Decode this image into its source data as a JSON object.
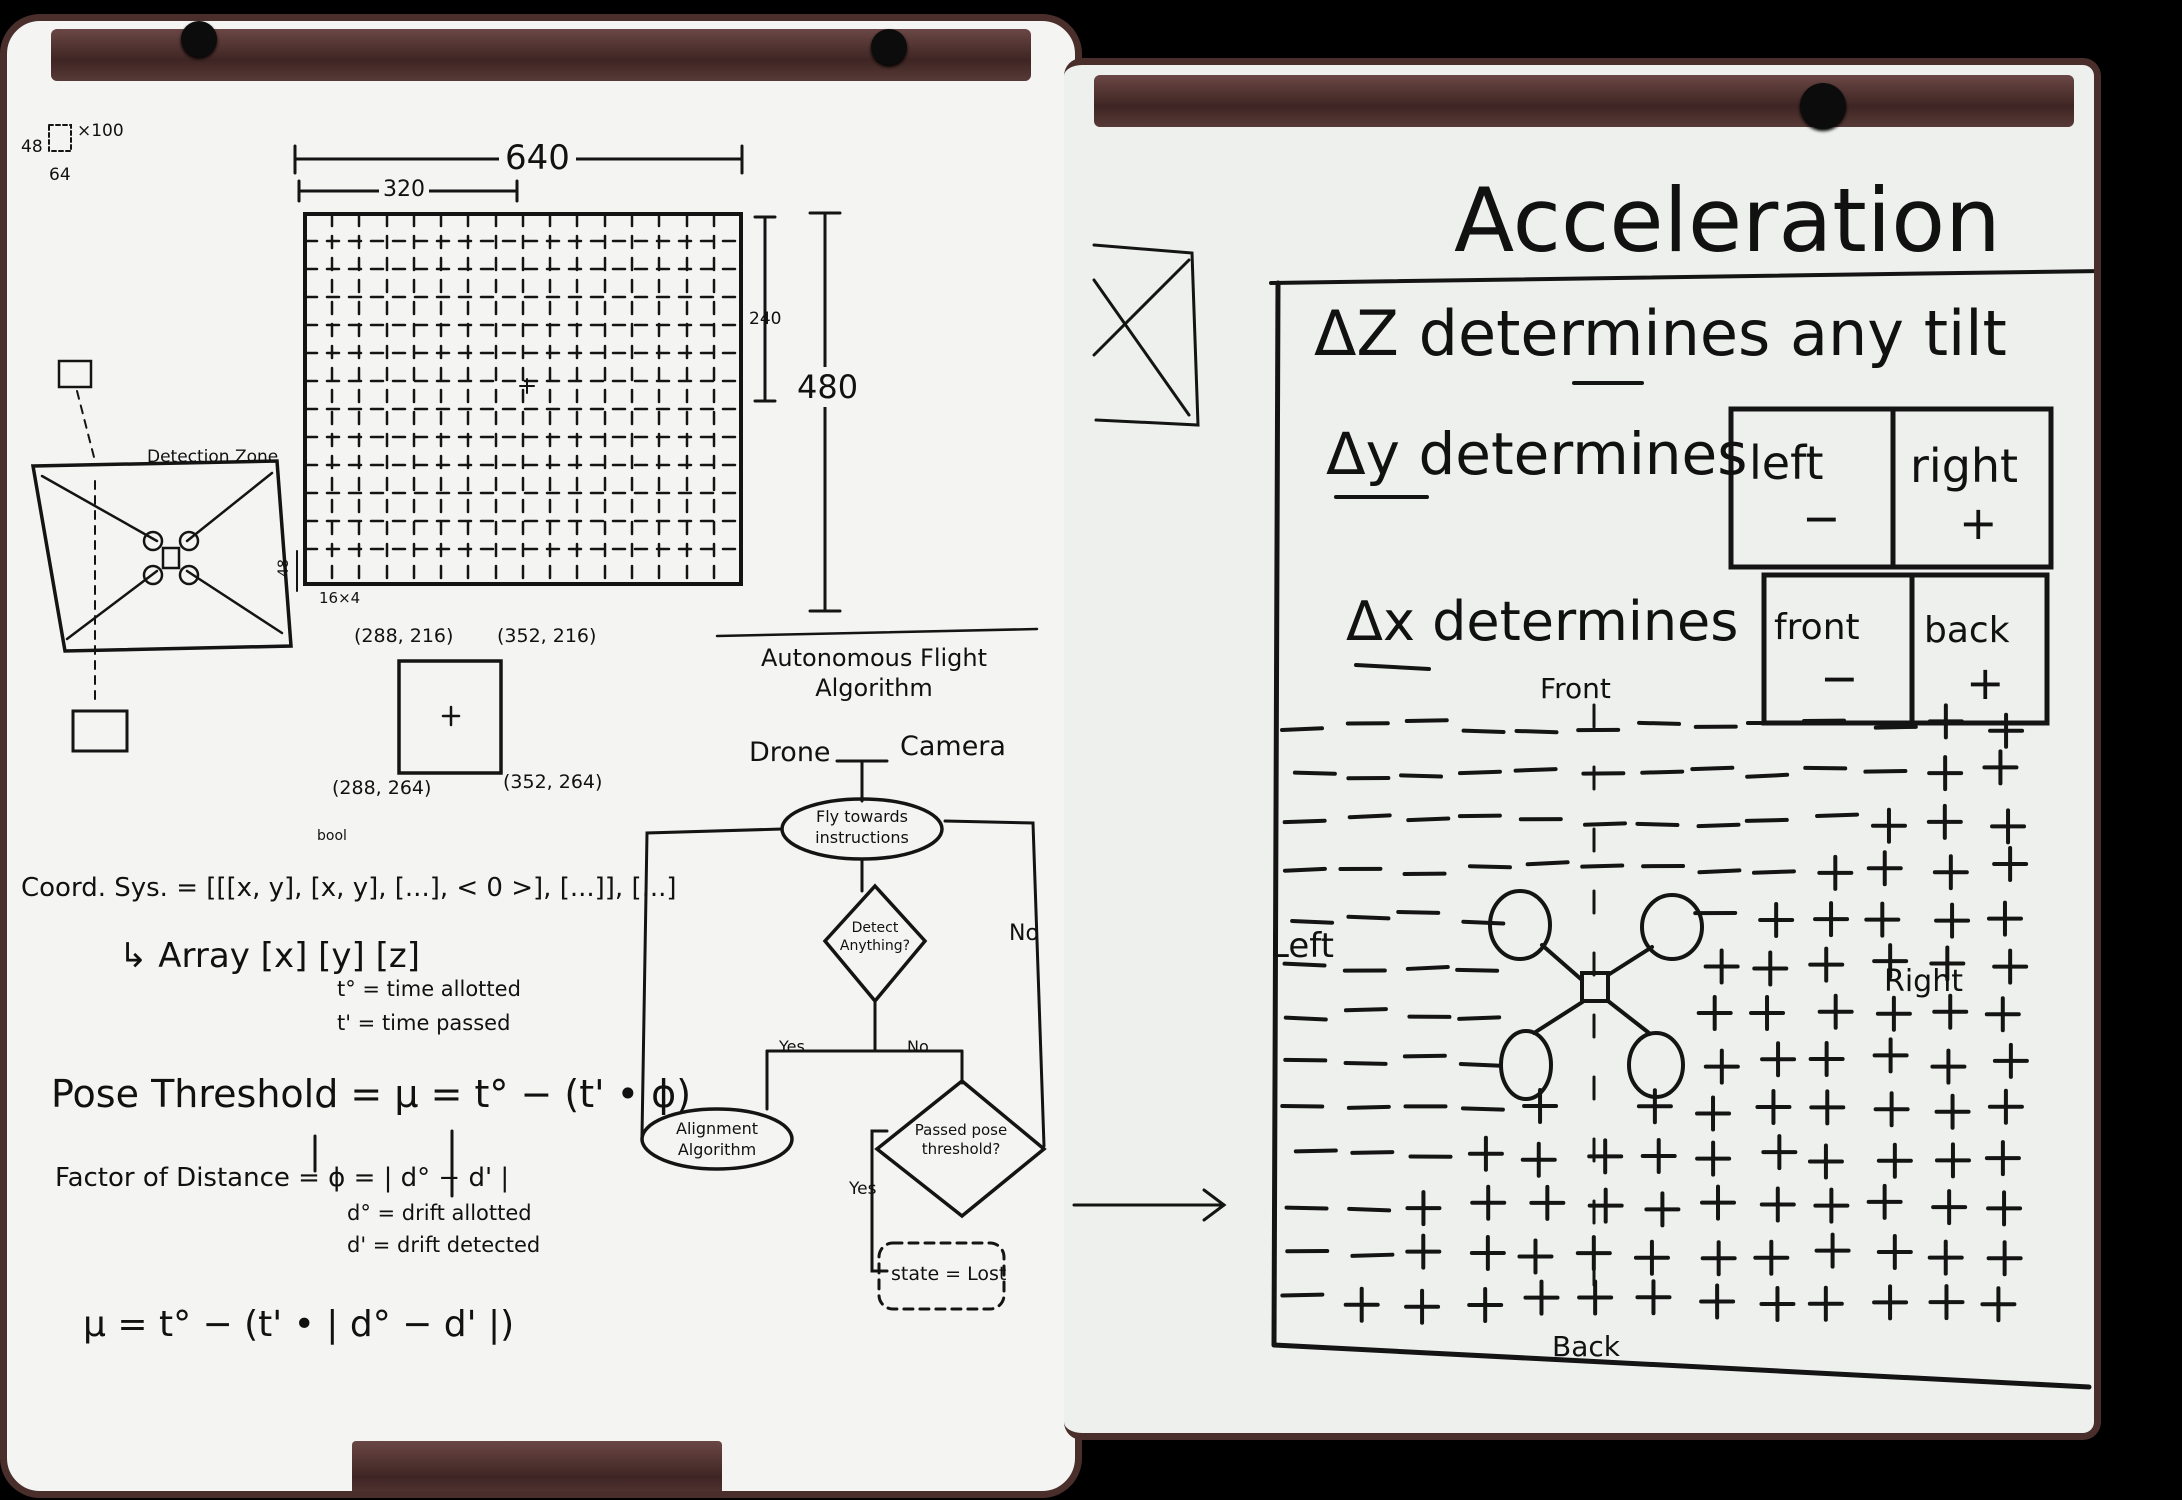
{
  "left_board": {
    "corner_note": {
      "a": "48",
      "b": "64",
      "c": "×100"
    },
    "grid": {
      "width": "640",
      "half_width": "320",
      "height": "480",
      "half_height": "240",
      "cell": "16×4",
      "corner": "16×4"
    },
    "detection_zone": {
      "title": "Detection Zone",
      "size": "48"
    },
    "roi_coords": {
      "tl": "(288, 216)",
      "tr": "(352, 216)",
      "bl": "(288, 264)",
      "br": "(352, 264)"
    },
    "flowchart": {
      "title": "Autonomous Flight Algorithm",
      "drone": "Drone",
      "camera": "Camera",
      "start": "Fly towards instructions",
      "decision1": "Detect Anything?",
      "yes": "Yes",
      "no": "No",
      "alignment": "Alignment Algorithm",
      "decision2": "Passed pose threshold?",
      "yes2": "Yes",
      "no2": "No",
      "lost": "state = Lost"
    },
    "coord_system": "Coord. Sys. = [[[x, y], [x, y], [...], < 0 >], [...]], [...]",
    "bool_label": "bool",
    "array": "↳ Array [x] [y] [z]",
    "t0": "t° = time allotted",
    "t1": "t' = time passed",
    "pose_threshold": "Pose Threshold = μ =  t° − (t' • ϕ)",
    "factor_distance": "Factor of Distance = ϕ  = | d° − d' |",
    "d0": "d° = drift allotted",
    "d1": "d' = drift detected",
    "mu_formula": "μ = t° − (t' • | d° − d' |)"
  },
  "right_board": {
    "title": "Acceleration",
    "dz": "ΔZ determines any tilt",
    "dy": "Δy determines",
    "dx": "Δx determines",
    "dy_table": {
      "left": "left",
      "left_sign": "−",
      "right": "right",
      "right_sign": "+"
    },
    "dx_table": {
      "front": "front",
      "front_sign": "−",
      "back": "back",
      "back_sign": "+"
    },
    "front": "Front",
    "back": "Back",
    "left": "Left",
    "right": "Right"
  }
}
